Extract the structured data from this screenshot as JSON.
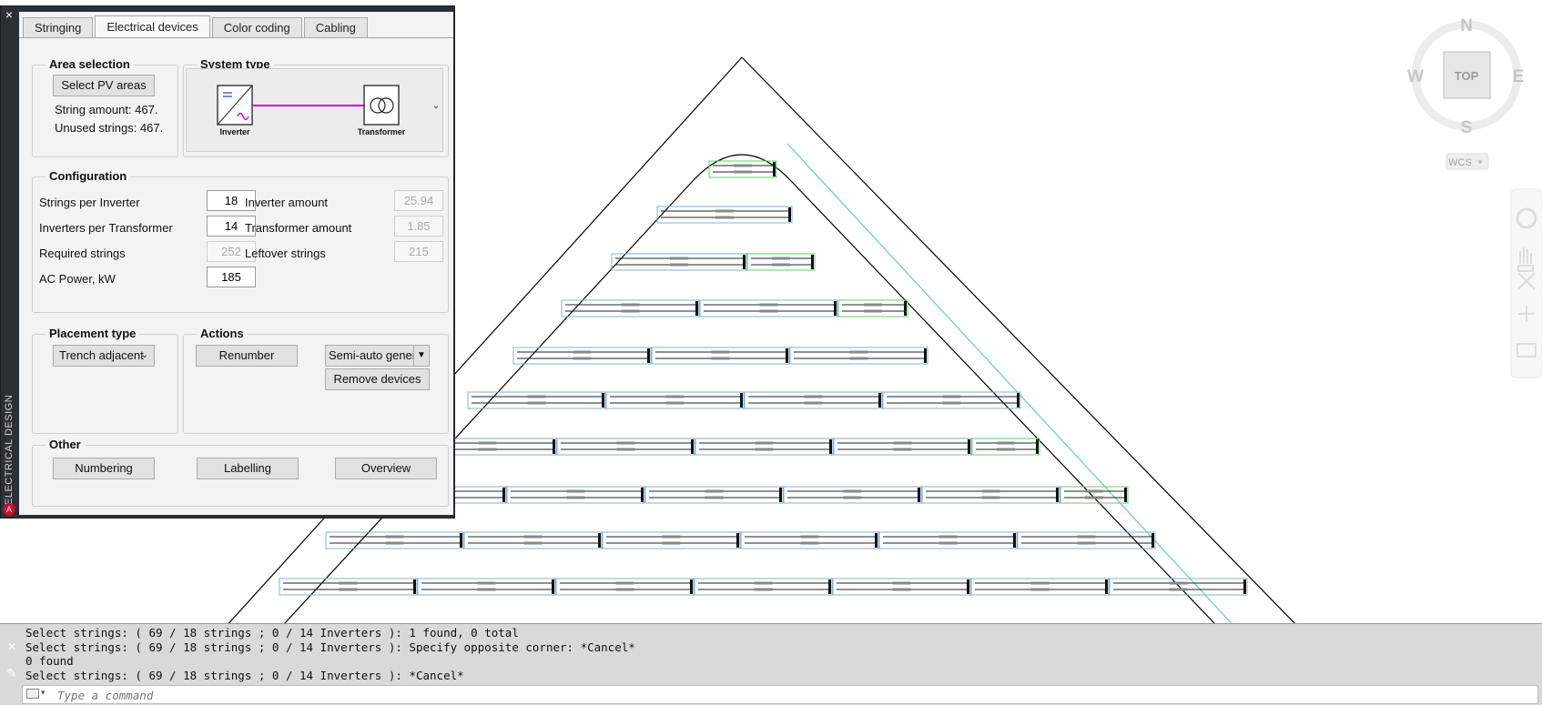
{
  "palette": {
    "side_title": "ELECTRICAL DESIGN",
    "close_symbol": "×",
    "app_badge": "A",
    "tabs": [
      {
        "label": "Stringing",
        "active": false
      },
      {
        "label": "Electrical devices",
        "active": true
      },
      {
        "label": "Color coding",
        "active": false
      },
      {
        "label": "Cabling",
        "active": false
      }
    ],
    "area_selection": {
      "title": "Area selection",
      "select_button": "Select PV areas",
      "string_amount": "String amount: 467.",
      "unused_strings": "Unused strings: 467."
    },
    "system_type": {
      "title": "System type",
      "inverter_label": "Inverter",
      "transformer_label": "Transformer",
      "dropdown_chevron": "⌄"
    },
    "configuration": {
      "title": "Configuration",
      "strings_per_inverter_label": "Strings per Inverter",
      "strings_per_inverter_value": "18",
      "inverters_per_transformer_label": "Inverters per Transformer",
      "inverters_per_transformer_value": "14",
      "required_strings_label": "Required strings",
      "required_strings_value": "252",
      "ac_power_label": "AC Power, kW",
      "ac_power_value": "185",
      "inverter_amount_label": "Inverter amount",
      "inverter_amount_value": "25.94",
      "transformer_amount_label": "Transformer amount",
      "transformer_amount_value": "1.85",
      "leftover_strings_label": "Leftover strings",
      "leftover_strings_value": "215"
    },
    "placement": {
      "title": "Placement type",
      "selected": "Trench adjacent",
      "chevron": "⌄"
    },
    "actions": {
      "title": "Actions",
      "renumber": "Renumber",
      "semi_auto": "Semi-auto generation",
      "remove_devices": "Remove devices"
    },
    "other": {
      "title": "Other",
      "numbering": "Numbering",
      "labelling": "Labelling",
      "overview": "Overview"
    }
  },
  "viewcube": {
    "north": "N",
    "south": "S",
    "east": "E",
    "west": "W",
    "top": "TOP",
    "wcs": "WCS"
  },
  "colors": {
    "row_blue": "#7fb0d8",
    "row_green": "#5fd35f",
    "wire_magenta": "#d400d4",
    "cyan_line": "#62c9c9",
    "palette_dark": "#2b2f36"
  },
  "command_line": {
    "history": [
      "Select strings: ( 69 / 18 strings ; 0 / 14 Inverters ): 1 found, 0 total",
      "Select strings: ( 69 / 18 strings ; 0 / 14 Inverters ): Specify opposite corner: *Cancel*",
      "0 found",
      "Select strings: ( 69 / 18 strings ; 0 / 14 Inverters ): *Cancel*"
    ],
    "placeholder": "Type a command"
  }
}
